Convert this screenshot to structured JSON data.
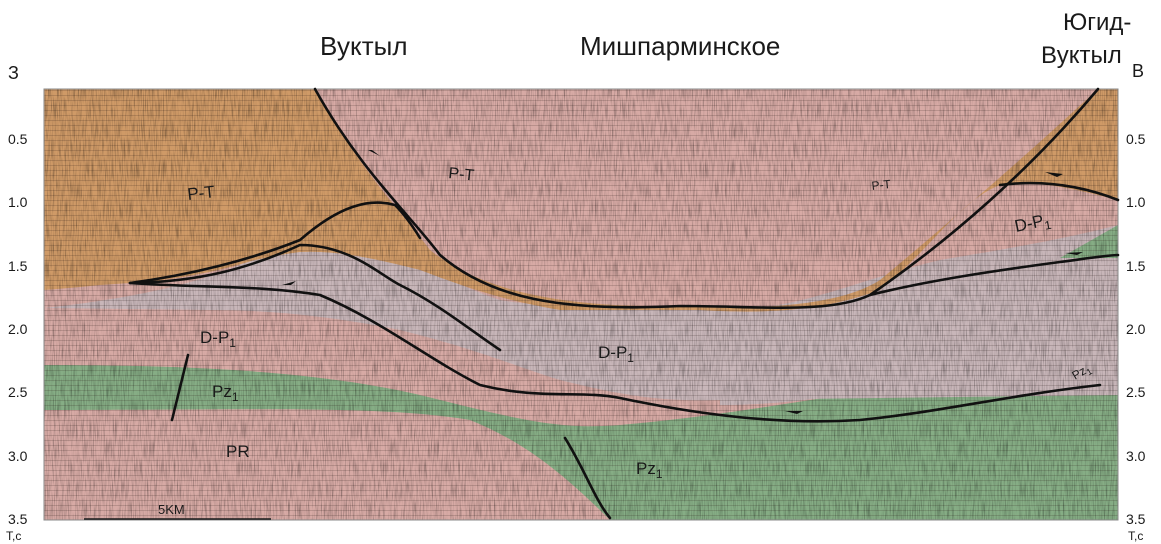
{
  "header": {
    "left_direction": "З",
    "right_direction": "В",
    "place_1": "Вуктыл",
    "place_2": "Мишпарминское",
    "place_3_line1": "Югид-",
    "place_3_line2": "Вуктыл"
  },
  "axis": {
    "unit": "T,c",
    "ticks": [
      "0.5",
      "1.0",
      "1.5",
      "2.0",
      "2.5",
      "3.0",
      "3.5"
    ]
  },
  "scale_bar": {
    "label": "5KM"
  },
  "units": {
    "pt": "P-T",
    "dp": "D-P",
    "dp_sub": "1",
    "pz": "Pz",
    "pz_sub": "1",
    "pr": "PR"
  },
  "colors": {
    "pt_fill": "#cf9a67",
    "dp_fill": "#c8b6b9",
    "pz_fill": "#86ad85",
    "pr_fill": "#d7aaa5",
    "fault_line": "#111111"
  }
}
